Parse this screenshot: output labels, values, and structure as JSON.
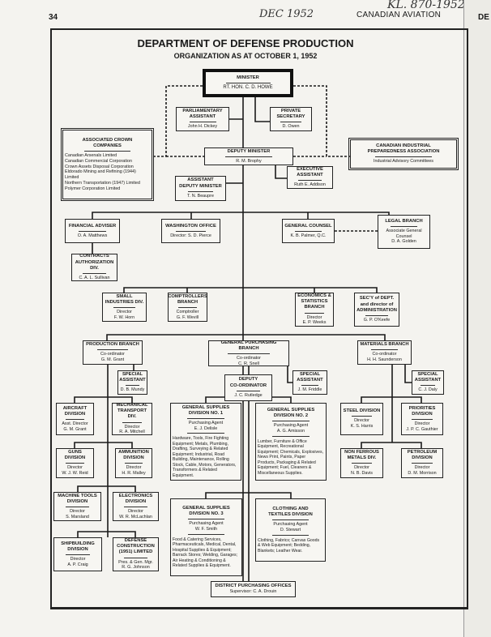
{
  "page": {
    "number": "34",
    "handwritten_date": "DEC 1952",
    "handwritten_ref": "KL. 870-1952",
    "magazine": "CANADIAN AVIATION",
    "adjacent_page_fragment": "DE"
  },
  "title": "DEPARTMENT OF DEFENSE PRODUCTION",
  "subtitle": "ORGANIZATION AS AT OCTOBER 1, 1952",
  "boxes": {
    "minister": {
      "title": [
        "MINISTER"
      ],
      "lines": [
        "RT. HON. C. D. HOWE"
      ]
    },
    "parliamentary": {
      "title": [
        "PARLIAMENTARY",
        "ASSISTANT"
      ],
      "lines": [
        "John H. Dickey"
      ]
    },
    "private_secretary": {
      "title": [
        "PRIVATE",
        "SECRETARY"
      ],
      "lines": [
        "D. Owen"
      ]
    },
    "crown_companies": {
      "title": [
        "ASSOCIATED CROWN",
        "COMPANIES"
      ],
      "list": [
        "Canadian Arsenals Limited",
        "Canadian Commercial Corporation",
        "Crown Assets Disposal Corporation",
        "Eldorado Mining and Refining (1944) Limited",
        "Northern Transportation (1947) Limited",
        "Polymer Corporation Limited"
      ]
    },
    "deputy_minister": {
      "title": [
        "DEPUTY MINISTER"
      ],
      "lines": [
        "R. M. Brophy"
      ]
    },
    "cipa": {
      "title": [
        "CANADIAN INDUSTRIAL",
        "PREPAREDNESS ASSOCIATION"
      ],
      "lines": [
        "Industrial Advisory Committees"
      ]
    },
    "executive_assistant": {
      "title": [
        "EXECUTIVE",
        "ASSISTANT"
      ],
      "lines": [
        "Ruth E. Addison"
      ]
    },
    "assistant_deputy": {
      "title": [
        "ASSISTANT",
        "DEPUTY MINISTER"
      ],
      "lines": [
        "T. N. Beaupre"
      ]
    },
    "financial_adviser": {
      "title": [
        "FINANCIAL ADVISER"
      ],
      "lines": [
        "O. A. Matthews"
      ]
    },
    "washington": {
      "title": [
        "WASHINGTON OFFICE"
      ],
      "lines": [
        "Director: S. D. Pierce"
      ]
    },
    "general_counsel": {
      "title": [
        "GENERAL COUNSEL"
      ],
      "lines": [
        "K. B. Palmer, Q.C."
      ]
    },
    "legal_branch": {
      "title": [
        "LEGAL BRANCH"
      ],
      "lines": [
        "Associate General",
        "Counsel",
        "D. A. Golden"
      ]
    },
    "contracts": {
      "title": [
        "CONTRACTS",
        "AUTHORIZATION",
        "DIV."
      ],
      "lines": [
        "C. A. L. Sullivan"
      ]
    },
    "small_industries": {
      "title": [
        "SMALL",
        "INDUSTRIES DIV."
      ],
      "lines": [
        "Director",
        "F. W. Horn"
      ]
    },
    "comptrollers": {
      "title": [
        "COMPTROLLERS",
        "BRANCH"
      ],
      "lines": [
        "Comptroller",
        "G. F. Wevill"
      ]
    },
    "economics": {
      "title": [
        "ECONOMICS &",
        "STATISTICS",
        "BRANCH"
      ],
      "lines": [
        "Director",
        "E. P. Weeks"
      ]
    },
    "secy_admin": {
      "title": [
        "SEC'Y of DEPT.",
        "and director of",
        "ADMINISTRATION"
      ],
      "lines": [
        "G. P. O'Keefe"
      ]
    },
    "production": {
      "title": [
        "PRODUCTION BRANCH"
      ],
      "lines": [
        "Co-ordinator",
        "G. M. Grant"
      ]
    },
    "special_mundy": {
      "title": [
        "SPECIAL",
        "ASSISTANT"
      ],
      "lines": [
        "D. B. Mundy"
      ]
    },
    "general_purchasing": {
      "title": [
        "GENERAL PURCHASING BRANCH"
      ],
      "lines": [
        "Co-ordinator",
        "C. R. Snell"
      ]
    },
    "deputy_coordinator": {
      "title": [
        "DEPUTY",
        "CO-ORDINATOR"
      ],
      "lines": [
        "J. C. Rutledge"
      ]
    },
    "special_friddle": {
      "title": [
        "SPECIAL",
        "ASSISTANT"
      ],
      "lines": [
        "J. M. Friddle"
      ]
    },
    "materials": {
      "title": [
        "MATERIALS BRANCH"
      ],
      "lines": [
        "Co-ordinator",
        "H. H. Saunderson"
      ]
    },
    "special_daly": {
      "title": [
        "SPECIAL",
        "ASSISTANT"
      ],
      "lines": [
        "C. J. Daly"
      ]
    },
    "aircraft": {
      "title": [
        "AIRCRAFT",
        "DIVISION"
      ],
      "lines": [
        "Asst. Director",
        "G. M. Grant"
      ]
    },
    "mechanical": {
      "title": [
        "MECHANICAL",
        "TRANSPORT DIV."
      ],
      "lines": [
        "Director",
        "R. A. Mitchell"
      ]
    },
    "gs1": {
      "title": [
        "GENERAL SUPPLIES",
        "DIVISION NO. 1"
      ],
      "lines": [
        "Purchasing Agent",
        "E. J. Delisle"
      ],
      "desc": "Hardware, Tools, Fire Fighting Equipment; Metals, Plumbing, Drafting, Surveying & Related Equipment; Industrial, Road Building, Maintenance, Rolling Stock, Cable, Motors, Generators, Transformers & Related Equipment."
    },
    "gs2": {
      "title": [
        "GENERAL SUPPLIES",
        "DIVISION NO. 2"
      ],
      "lines": [
        "Purchasing Agent",
        "A. G. Amisson"
      ],
      "desc": "Lumber, Furniture & Office Equipment, Recreational Equipment; Chemicals, Explosives, News Print, Paints, Paper Products, Packaging & Related Equipment; Fuel, Cleaners & Miscellaneous Supplies."
    },
    "steel": {
      "title": [
        "STEEL DIVISION"
      ],
      "lines": [
        "Director",
        "K. S. Harris"
      ]
    },
    "priorities": {
      "title": [
        "PRIORITIES",
        "DIVISION"
      ],
      "lines": [
        "Director",
        "J. P. C. Gauthier"
      ]
    },
    "guns": {
      "title": [
        "GUNS",
        "DIVISION"
      ],
      "lines": [
        "Director",
        "W. J. W. Reid"
      ]
    },
    "ammunition": {
      "title": [
        "AMMUNITION",
        "DIVISION"
      ],
      "lines": [
        "Director",
        "H. R. Malley"
      ]
    },
    "non_ferrous": {
      "title": [
        "NON FERROUS",
        "METALS DIV."
      ],
      "lines": [
        "Director",
        "N. B. Davis"
      ]
    },
    "petroleum": {
      "title": [
        "PETROLEUM",
        "DIVISION"
      ],
      "lines": [
        "Director",
        "D. M. Morrison"
      ]
    },
    "machine_tools": {
      "title": [
        "MACHINE TOOLS",
        "DIVISION"
      ],
      "lines": [
        "Director",
        "S. Marsland"
      ]
    },
    "electronics": {
      "title": [
        "ELECTRONICS",
        "DIVISION"
      ],
      "lines": [
        "Director",
        "W. R. McLachlan"
      ]
    },
    "gs3": {
      "title": [
        "GENERAL SUPPLIES",
        "DIVISION NO. 3"
      ],
      "lines": [
        "Purchasing Agent",
        "W. F. Smith"
      ],
      "desc": "Food & Catering Services, Pharmaceuticals, Medical, Dental, Hospital Supplies & Equipment; Barrack Stores; Welding, Garages; Air Heating & Conditioning & Related Supplies & Equipment."
    },
    "clothing": {
      "title": [
        "CLOTHING AND",
        "TEXTILES DIVISION"
      ],
      "lines": [
        "Purchasing Agent",
        "D. Stewart"
      ],
      "desc": "Clothing, Fabrics; Canvas Goods & Web Equipment; Bedding, Blankets; Leather Wear."
    },
    "shipbuilding": {
      "title": [
        "SHIPBUILDING",
        "DIVISION"
      ],
      "lines": [
        "Director",
        "A. P. Craig"
      ]
    },
    "defense_construction": {
      "title": [
        "DEFENSE",
        "CONSTRUCTION",
        "(1951) LIMITED"
      ],
      "lines": [
        "Pres. & Gen. Mgr.",
        "R. G. Johnson"
      ]
    },
    "district_purchasing": {
      "title": [
        "DISTRICT PURCHASING OFFICES"
      ],
      "lines": [
        "Supervisor: C. A. Drouin"
      ],
      "norule": true
    }
  }
}
